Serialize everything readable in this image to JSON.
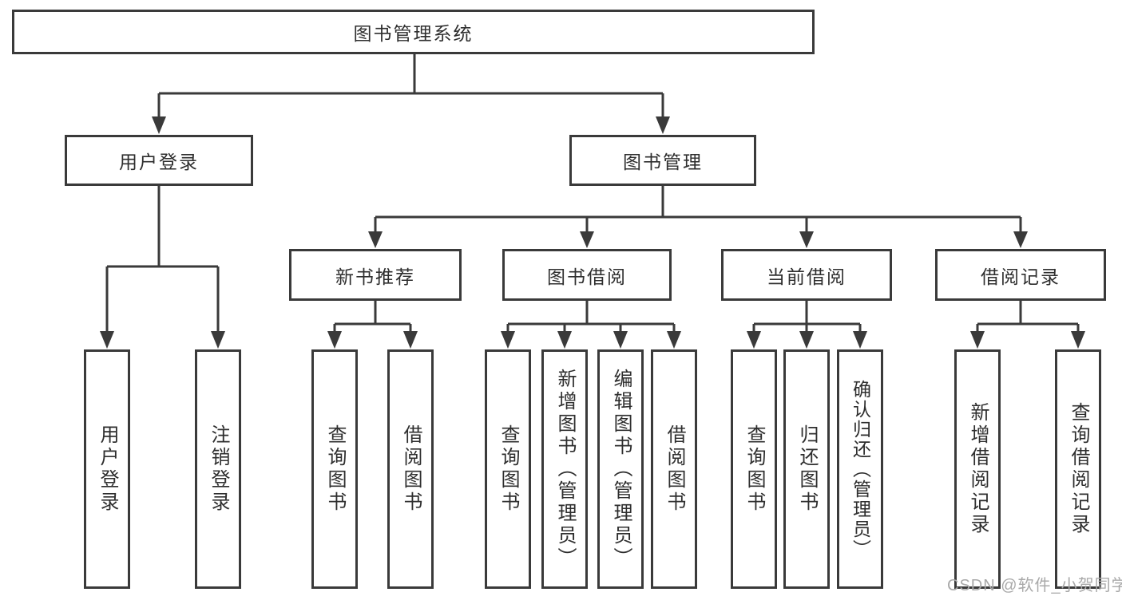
{
  "diagram": {
    "title_node": {
      "label": "图书管理系统"
    },
    "level2": [
      {
        "label": "用户登录"
      },
      {
        "label": "图书管理"
      }
    ],
    "level3": [
      {
        "label": "新书推荐"
      },
      {
        "label": "图书借阅"
      },
      {
        "label": "当前借阅"
      },
      {
        "label": "借阅记录"
      }
    ],
    "leaves": [
      {
        "label": "用户登录",
        "parent": "用户登录"
      },
      {
        "label": "注销登录",
        "parent": "用户登录"
      },
      {
        "label": "查询图书",
        "parent": "新书推荐"
      },
      {
        "label": "借阅图书",
        "parent": "新书推荐"
      },
      {
        "label": "查询图书",
        "parent": "图书借阅"
      },
      {
        "label": "新增图书（管理员）",
        "parent": "图书借阅"
      },
      {
        "label": "编辑图书（管理员）",
        "parent": "图书借阅"
      },
      {
        "label": "借阅图书",
        "parent": "图书借阅"
      },
      {
        "label": "查询图书",
        "parent": "当前借阅"
      },
      {
        "label": "归还图书",
        "parent": "当前借阅"
      },
      {
        "label": "确认归还（管理员）",
        "parent": "当前借阅"
      },
      {
        "label": "新增借阅记录",
        "parent": "借阅记录"
      },
      {
        "label": "查询借阅记录",
        "parent": "借阅记录"
      }
    ]
  },
  "watermark": {
    "text": "CSDN @软件_小贺同学",
    "color": "#a9a9a9"
  },
  "colors": {
    "line": "#3a3a3a",
    "box_border": "#3a3a3a",
    "text": "#2e2e2e",
    "background": "#ffffff"
  }
}
